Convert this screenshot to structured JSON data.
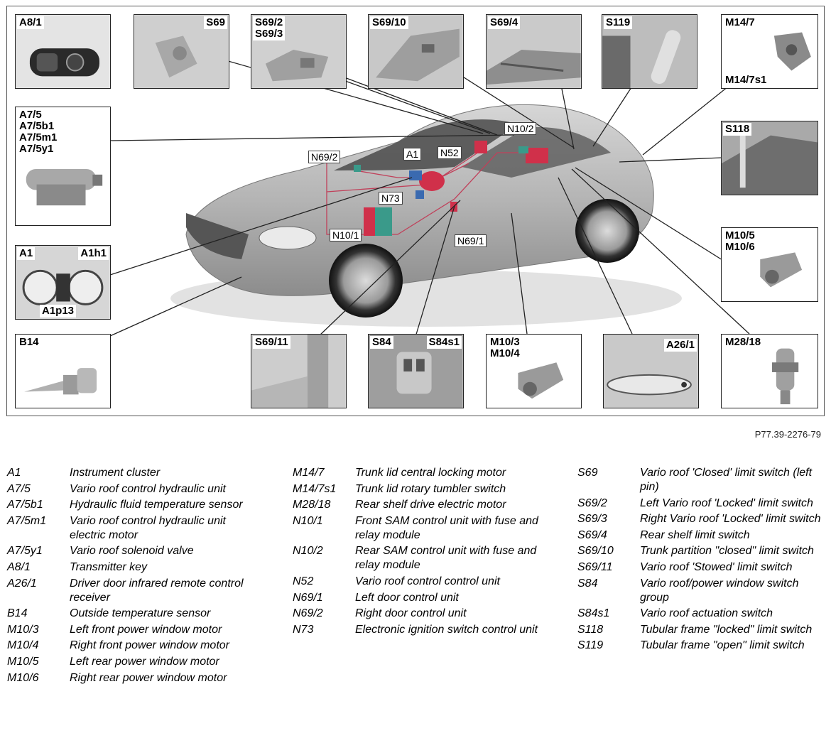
{
  "diagram": {
    "reference_code": "P77.39-2276-79",
    "callouts": [
      {
        "id": "a8-1",
        "label": "A8/1",
        "icon": "transmitter-key-icon"
      },
      {
        "id": "s69",
        "label": "S69",
        "icon": "limit-switch-photo-icon"
      },
      {
        "id": "s69-2-s69-3",
        "label": "S69/2\nS69/3",
        "icon": "limit-switch-photo-icon"
      },
      {
        "id": "s69-10",
        "label": "S69/10",
        "icon": "trunk-partition-photo-icon"
      },
      {
        "id": "s69-4",
        "label": "S69/4",
        "icon": "rear-shelf-photo-icon"
      },
      {
        "id": "s119",
        "label": "S119",
        "icon": "tubular-frame-photo-icon"
      },
      {
        "id": "m14-7",
        "label": "M14/7",
        "label2": "M14/7s1",
        "icon": "trunk-lock-motor-icon"
      },
      {
        "id": "a7-5",
        "label": "A7/5\nA7/5b1\nA7/5m1\nA7/5y1",
        "icon": "hydraulic-unit-icon"
      },
      {
        "id": "s118",
        "label": "S118",
        "icon": "tubular-frame-photo-icon"
      },
      {
        "id": "a1",
        "label": "A1",
        "label2": "A1h1",
        "label3": "A1p13",
        "icon": "instrument-cluster-icon"
      },
      {
        "id": "m10-5-m10-6",
        "label": "M10/5\nM10/6",
        "icon": "window-motor-icon"
      },
      {
        "id": "b14",
        "label": "B14",
        "icon": "temperature-sensor-icon"
      },
      {
        "id": "s69-11",
        "label": "S69/11",
        "icon": "limit-switch-photo-icon"
      },
      {
        "id": "s84",
        "label": "S84",
        "label2": "S84s1",
        "icon": "switch-group-icon"
      },
      {
        "id": "m10-3-m10-4",
        "label": "M10/3\nM10/4",
        "icon": "window-motor-icon"
      },
      {
        "id": "a26-1",
        "label": "A26/1",
        "icon": "door-handle-icon"
      },
      {
        "id": "m28-18",
        "label": "M28/18",
        "icon": "drive-motor-icon"
      }
    ],
    "car_labels": [
      {
        "id": "n10-2",
        "label": "N10/2"
      },
      {
        "id": "n69-2",
        "label": "N69/2"
      },
      {
        "id": "a1-car",
        "label": "A1"
      },
      {
        "id": "n52",
        "label": "N52"
      },
      {
        "id": "n73",
        "label": "N73"
      },
      {
        "id": "n10-1",
        "label": "N10/1"
      },
      {
        "id": "n69-1",
        "label": "N69/1"
      }
    ],
    "colors": {
      "car_body": "#b8b8b8",
      "wiring": "#c0405a",
      "module_red": "#d0304a",
      "module_teal": "#3a9a8a",
      "module_blue": "#3a6ab0"
    }
  },
  "legend": {
    "col1": [
      {
        "code": "A1",
        "desc": "Instrument cluster"
      },
      {
        "code": "A7/5",
        "desc": "Vario roof control hydraulic unit"
      },
      {
        "code": "A7/5b1",
        "desc": "Hydraulic fluid temperature sensor"
      },
      {
        "code": "A7/5m1",
        "desc": "Vario roof control hydraulic unit electric motor"
      },
      {
        "code": "A7/5y1",
        "desc": "Vario roof solenoid valve"
      },
      {
        "code": "A8/1",
        "desc": "Transmitter key"
      },
      {
        "code": "A26/1",
        "desc": "Driver door infrared remote control receiver"
      },
      {
        "code": "B14",
        "desc": "Outside temperature sensor"
      },
      {
        "code": "M10/3",
        "desc": "Left front power window motor"
      },
      {
        "code": "M10/4",
        "desc": "Right front power window motor"
      },
      {
        "code": "M10/5",
        "desc": "Left rear power window motor"
      },
      {
        "code": "M10/6",
        "desc": "Right rear power window motor"
      }
    ],
    "col2": [
      {
        "code": "M14/7",
        "desc": "Trunk lid central locking motor"
      },
      {
        "code": "M14/7s1",
        "desc": "Trunk lid rotary tumbler switch"
      },
      {
        "code": "M28/18",
        "desc": "Rear shelf drive electric motor"
      },
      {
        "code": "N10/1",
        "desc": "Front SAM control unit with fuse and relay module"
      },
      {
        "code": "N10/2",
        "desc": "Rear SAM control unit with fuse and relay module"
      },
      {
        "code": "N52",
        "desc": "Vario roof control control unit"
      },
      {
        "code": "N69/1",
        "desc": "Left door control unit"
      },
      {
        "code": "N69/2",
        "desc": "Right door control unit"
      },
      {
        "code": "N73",
        "desc": "Electronic ignition switch control unit"
      }
    ],
    "col3": [
      {
        "code": "S69",
        "desc": "Vario roof 'Closed' limit switch (left pin)"
      },
      {
        "code": "S69/2",
        "desc": "Left Vario roof 'Locked' limit switch"
      },
      {
        "code": "S69/3",
        "desc": "Right Vario roof 'Locked' limit switch"
      },
      {
        "code": "S69/4",
        "desc": "Rear shelf limit switch"
      },
      {
        "code": "S69/10",
        "desc": "Trunk partition \"closed\" limit switch"
      },
      {
        "code": "S69/11",
        "desc": "Vario roof 'Stowed' limit switch"
      },
      {
        "code": "S84",
        "desc": "Vario roof/power window switch group"
      },
      {
        "code": "S84s1",
        "desc": "Vario roof actuation switch"
      },
      {
        "code": "S118",
        "desc": "Tubular frame \"locked\" limit switch"
      },
      {
        "code": "S119",
        "desc": "Tubular frame \"open\" limit switch"
      }
    ]
  }
}
